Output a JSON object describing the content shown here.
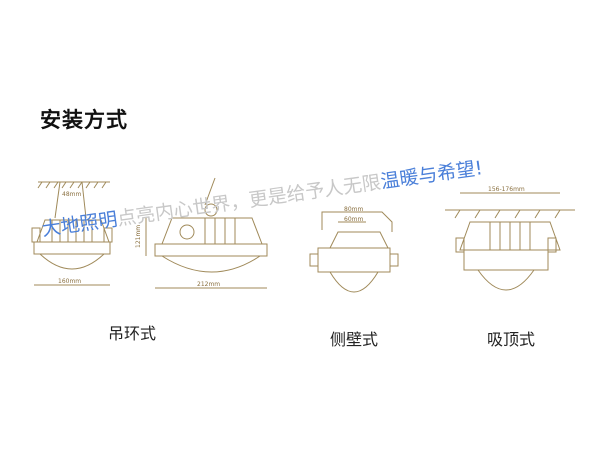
{
  "heading": "安装方式",
  "methods": [
    {
      "label": "吊环式",
      "dims": [
        "48mm",
        "160mm"
      ]
    },
    {
      "label": "",
      "dims": [
        "121mm",
        "212mm"
      ]
    },
    {
      "label": "侧壁式",
      "dims": [
        "80mm",
        "60mm"
      ]
    },
    {
      "label": "吸顶式",
      "dims": [
        "156-176mm"
      ]
    }
  ],
  "watermark": {
    "blue1": "大地照明",
    "gray": "点亮内心世界，更是给予人无限",
    "blue2": "温暖与希望!"
  },
  "colors": {
    "line": "#a08a5a",
    "watermark_blue": "#4a7fd9"
  }
}
